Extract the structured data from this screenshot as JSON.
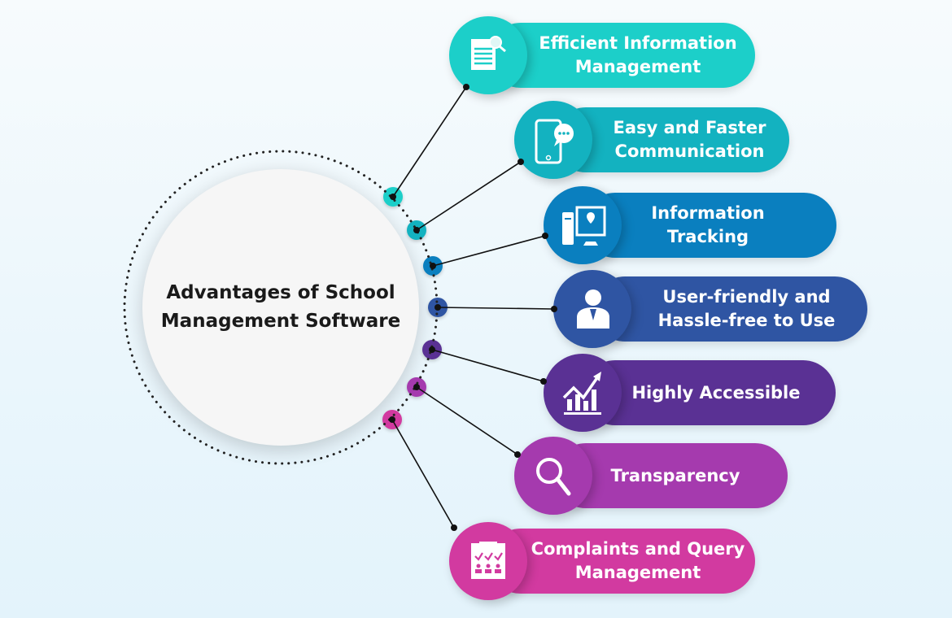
{
  "center": {
    "title": "Advantages of School Management Software"
  },
  "items": [
    {
      "label": "Efficient Information Management",
      "icon": "document-search-icon",
      "color": "#1ccfc9"
    },
    {
      "label": "Easy and Faster Communication",
      "icon": "phone-chat-icon",
      "color": "#13b2c0"
    },
    {
      "label": "Information Tracking",
      "icon": "computer-location-icon",
      "color": "#0a7fbf"
    },
    {
      "label": "User-friendly and Hassle-free to Use",
      "icon": "user-icon",
      "color": "#2f55a3"
    },
    {
      "label": "Highly Accessible",
      "icon": "growth-chart-icon",
      "color": "#5a3194"
    },
    {
      "label": "Transparency",
      "icon": "magnifier-icon",
      "color": "#a53aae"
    },
    {
      "label": "Complaints and Query Management",
      "icon": "survey-board-icon",
      "color": "#d23aa0"
    }
  ]
}
